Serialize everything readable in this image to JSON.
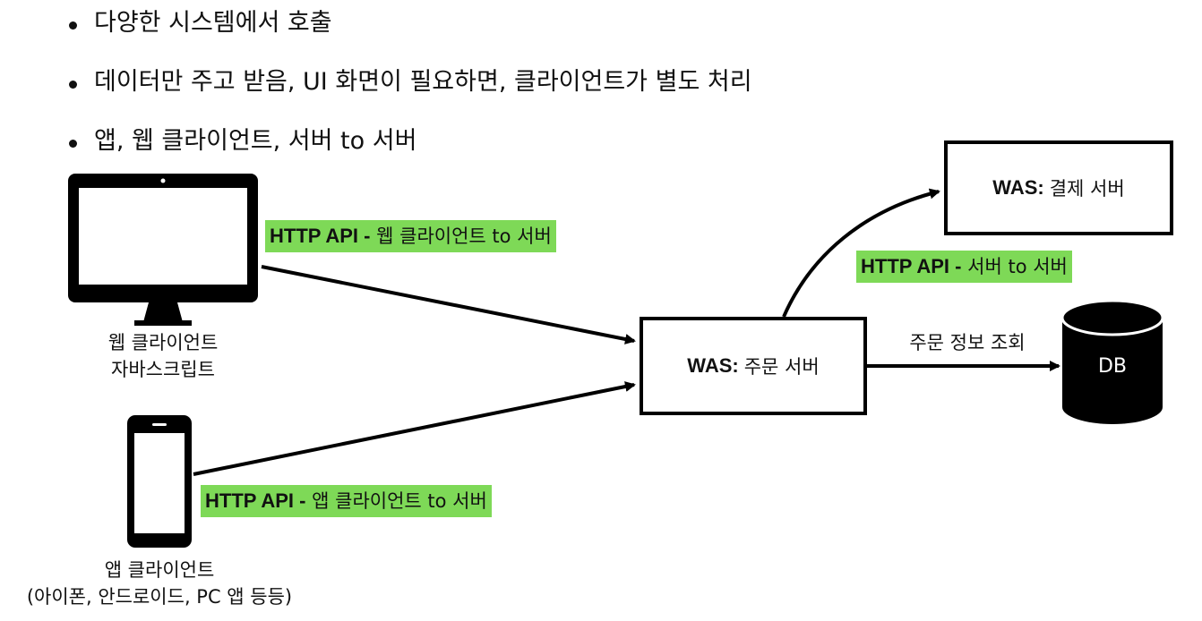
{
  "bullets": [
    "다양한 시스템에서 호출",
    "데이터만 주고 받음, UI 화면이 필요하면, 클라이언트가 별도 처리",
    "앱, 웹 클라이언트, 서버 to 서버"
  ],
  "web_client": {
    "line1": "웹 클라이언트",
    "line2": "자바스크립트",
    "icon": "monitor-icon"
  },
  "app_client": {
    "line1": "앱 클라이언트",
    "line2": "(아이폰, 안드로이드, PC 앱 등등)",
    "icon": "smartphone-icon"
  },
  "labels": {
    "web_api": {
      "prefix": "HTTP API -",
      "text": "웹 클라이언트 to 서버"
    },
    "app_api": {
      "prefix": "HTTP API -",
      "text": "앱 클라이언트 to 서버"
    },
    "server_api": {
      "prefix": "HTTP API -",
      "text": "서버 to 서버"
    },
    "order_query": "주문 정보 조회"
  },
  "order_server": {
    "prefix": "WAS:",
    "name": "주문 서버"
  },
  "payment_server": {
    "prefix": "WAS:",
    "name": "결제 서버"
  },
  "db": {
    "label": "DB",
    "icon": "database-cylinder-icon"
  },
  "colors": {
    "label_highlight": "#7ed957",
    "stroke": "#000000"
  }
}
